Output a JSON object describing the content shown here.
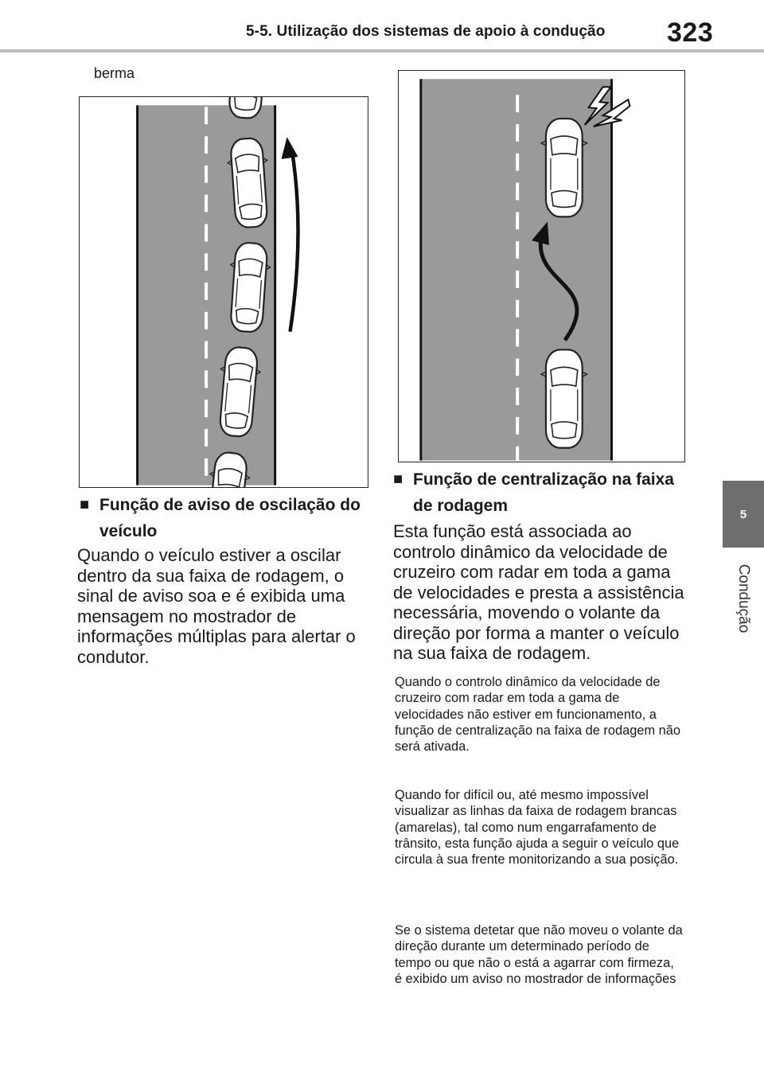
{
  "header": {
    "title": "5-5. Utilização dos sistemas de apoio à condução",
    "page_number": "323"
  },
  "side_tab": {
    "chapter_number": "5",
    "chapter_label": "Condução"
  },
  "figures": {
    "left_caption": "berma"
  },
  "sections": [
    {
      "bullet": "■",
      "heading": "Função de aviso de oscilação do veículo",
      "body": "Quando o veículo estiver a oscilar dentro da sua faixa de rodagem, o sinal de aviso soa e é exibida uma mensagem no mostrador de informações múltiplas para alertar o condutor."
    },
    {
      "bullet": "■",
      "heading": "Função de centralização na faixa de rodagem",
      "body": "Esta função está associada ao controlo dinâmico da velocidade de cruzeiro com radar em toda a gama de velocidades e presta a assistência necessária, movendo o volante da direção por forma a manter o veículo na sua faixa de rodagem."
    }
  ],
  "notes": [
    "Quando o controlo dinâmico da velocidade de cruzeiro com radar em toda a gama de velocidades não estiver em funcionamento, a função de centralização na faixa de rodagem não será ativada.",
    "Quando for difícil ou, até mesmo impossível visualizar as linhas da faixa de rodagem brancas (amarelas), tal como num engarrafamento de trânsito, esta função ajuda a seguir o veículo que circula à sua frente monitorizando a sua posição.",
    "Se o sistema detetar que não moveu o volante da direção durante um determinado período de tempo ou que não o está a agarrar com firmeza, é exibido um aviso no mostrador de informações"
  ]
}
